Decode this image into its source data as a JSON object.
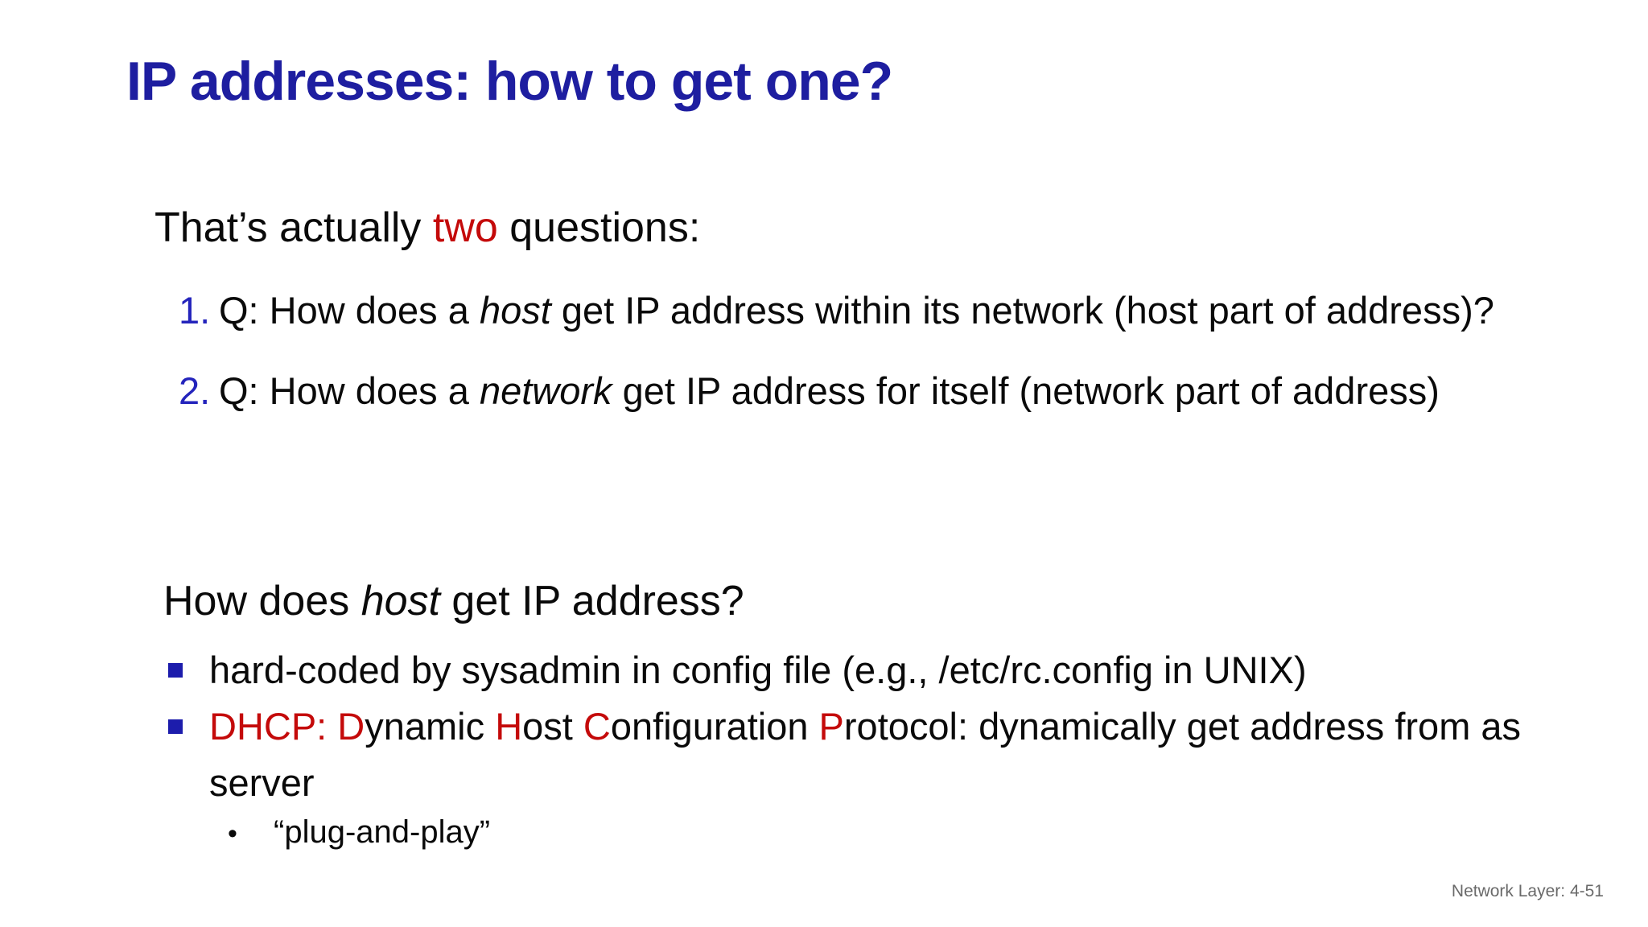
{
  "colors": {
    "background": "#ffffff",
    "title_blue": "#1e1ea0",
    "number_blue": "#2424bc",
    "bullet_blue": "#1c1cac",
    "accent_red": "#c40a0a",
    "text_black": "#0a0a0a",
    "footer_gray": "#6a6a6a"
  },
  "title": {
    "text": "IP addresses: how to get one?"
  },
  "intro": {
    "parts": [
      {
        "text": "That’s actually "
      },
      {
        "text": "two",
        "color": "red"
      },
      {
        "text": " questions:"
      }
    ]
  },
  "questions": [
    {
      "number": "1.",
      "parts": [
        {
          "text": "Q: How does a "
        },
        {
          "text": "host",
          "style": "italic"
        },
        {
          "text": " get IP address within its network (host part of address)?"
        }
      ]
    },
    {
      "number": "2.",
      "parts": [
        {
          "text": "Q: How does a "
        },
        {
          "text": "network",
          "style": "italic"
        },
        {
          "text": " get IP address for itself (network part of address)"
        }
      ]
    }
  ],
  "section": {
    "parts": [
      {
        "text": "How does "
      },
      {
        "text": "host",
        "style": "italic"
      },
      {
        "text": " get IP address?"
      }
    ]
  },
  "bullets": [
    {
      "text": "hard-coded by sysadmin in config file (e.g., /etc/rc.config in UNIX)"
    },
    {
      "parts": [
        {
          "text": "DHCP: ",
          "color": "red"
        },
        {
          "text": "D",
          "color": "red"
        },
        {
          "text": "ynamic "
        },
        {
          "text": "H",
          "color": "red"
        },
        {
          "text": "ost "
        },
        {
          "text": "C",
          "color": "red"
        },
        {
          "text": "onfiguration "
        },
        {
          "text": "P",
          "color": "red"
        },
        {
          "text": "rotocol: dynamically get address from as server"
        }
      ]
    }
  ],
  "sub_bullet": {
    "marker": "•",
    "text": "“plug-and-play”"
  },
  "footer": {
    "text": "Network Layer: 4-51"
  }
}
